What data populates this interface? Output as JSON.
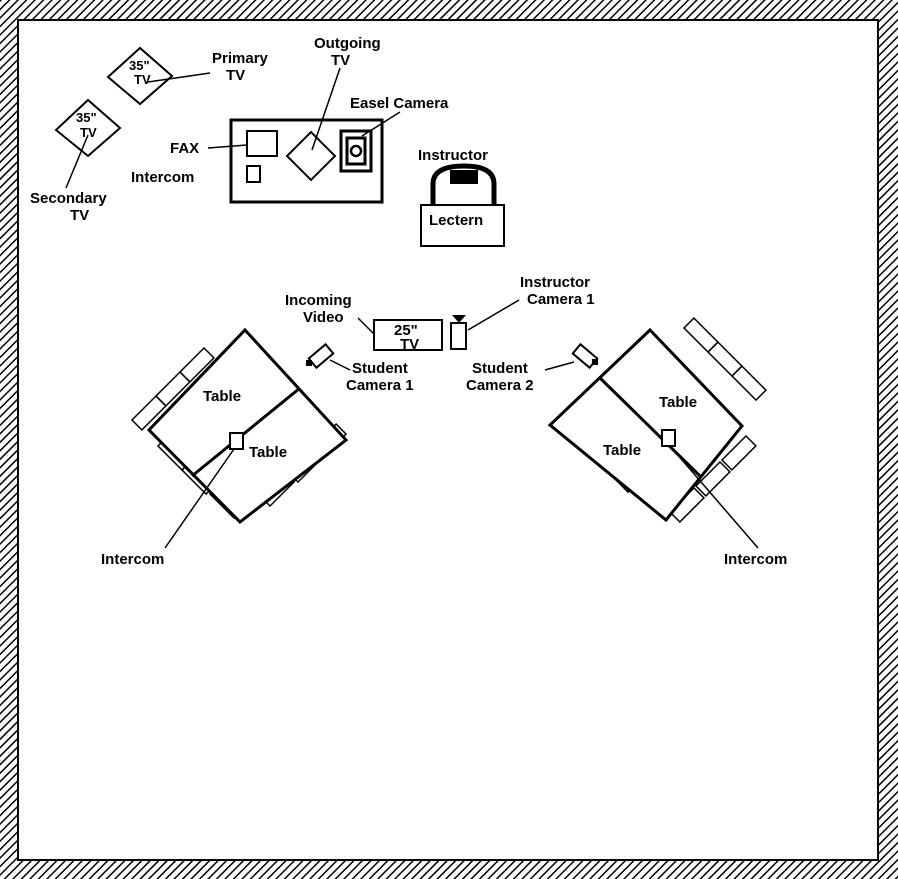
{
  "labels": {
    "primary_tv": [
      "Primary",
      "TV"
    ],
    "primary_tv_size": [
      "35\"",
      "TV"
    ],
    "secondary_tv": [
      "Secondary",
      "TV"
    ],
    "secondary_tv_size": [
      "35\"",
      "TV"
    ],
    "outgoing_tv": [
      "Outgoing",
      "TV"
    ],
    "easel_camera": "Easel Camera",
    "fax": "FAX",
    "intercom_console": "Intercom",
    "instructor": "Instructor",
    "lectern": "Lectern",
    "incoming_video": [
      "Incoming",
      "Video"
    ],
    "incoming_tv_size": [
      "25\"",
      "TV"
    ],
    "instructor_camera": [
      "Instructor",
      "Camera 1"
    ],
    "student_camera_1": [
      "Student",
      "Camera 1"
    ],
    "student_camera_2": [
      "Student",
      "Camera 2"
    ],
    "table": "Table",
    "intercom": "Intercom"
  },
  "colors": {
    "ink": "#000000",
    "paper": "#ffffff"
  }
}
